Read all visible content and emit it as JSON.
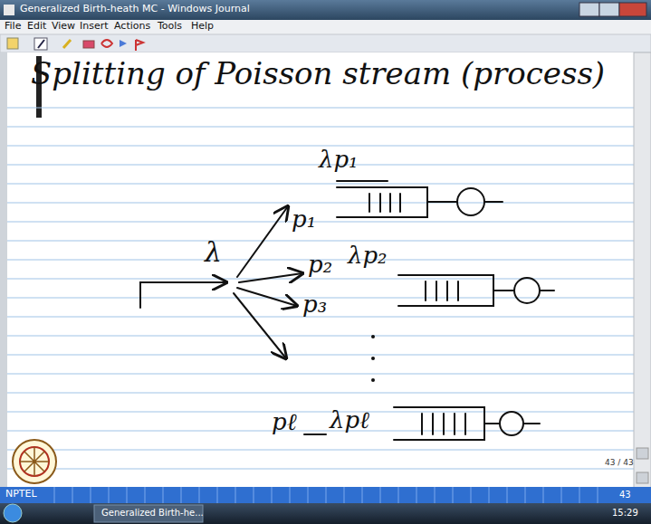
{
  "diagram": {
    "title": "Splitting of Poisson stream (process)",
    "labels": [
      "Generalized Birth-heath MC - Windows Journal",
      "File",
      "Edit",
      "View",
      "Insert",
      "Actions",
      "Tools",
      "Help",
      "λ",
      "p₁",
      "λp₁",
      "p₂",
      "λp₂",
      "p₃",
      "pℓ",
      "λpℓ",
      "43 / 43",
      "NPTEL",
      "Generalized Birth-he...",
      "15:29",
      "43"
    ]
  }
}
